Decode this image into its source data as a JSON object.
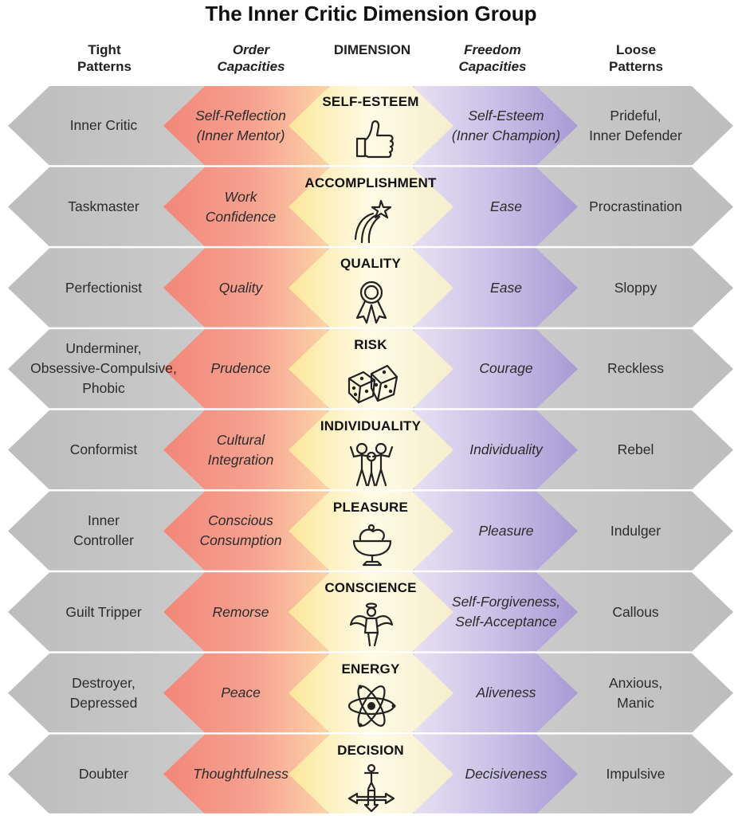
{
  "title": "The Inner Critic Dimension Group",
  "headers": {
    "tight": "Tight Patterns",
    "order": "Order Capacities",
    "dimension": "DIMENSION",
    "freedom": "Freedom Capacities",
    "loose": "Loose Patterns"
  },
  "colors": {
    "gray": "#c9c9c9",
    "order": "#f2958a",
    "dimension": "#fbefa6",
    "freedom": "#b7addc"
  },
  "rows": [
    {
      "dimension": "SELF-ESTEEM",
      "icon": "thumbs-up-icon",
      "tight": "Inner Critic",
      "order": "Self-Reflection (Inner Mentor)",
      "freedom": "Self-Esteem (Inner Champion)",
      "loose": "Prideful, Inner Defender"
    },
    {
      "dimension": "ACCOMPLISHMENT",
      "icon": "shooting-star-icon",
      "tight": "Taskmaster",
      "order": "Work Confidence",
      "freedom": "Ease",
      "loose": "Procrastination"
    },
    {
      "dimension": "QUALITY",
      "icon": "award-ribbon-icon",
      "tight": "Perfectionist",
      "order": "Quality",
      "freedom": "Ease",
      "loose": "Sloppy"
    },
    {
      "dimension": "RISK",
      "icon": "dice-icon",
      "tight": "Underminer, Obsessive-Compulsive, Phobic",
      "order": "Prudence",
      "freedom": "Courage",
      "loose": "Reckless"
    },
    {
      "dimension": "INDIVIDUALITY",
      "icon": "people-icon",
      "tight": "Conformist",
      "order": "Cultural Integration",
      "freedom": "Individuality",
      "loose": "Rebel"
    },
    {
      "dimension": "PLEASURE",
      "icon": "sundae-icon",
      "tight": "Inner Controller",
      "order": "Conscious Consumption",
      "freedom": "Pleasure",
      "loose": "Indulger"
    },
    {
      "dimension": "CONSCIENCE",
      "icon": "angel-icon",
      "tight": "Guilt Tripper",
      "order": "Remorse",
      "freedom": "Self-Forgiveness, Self-Acceptance",
      "loose": "Callous"
    },
    {
      "dimension": "ENERGY",
      "icon": "atom-icon",
      "tight": "Destroyer, Depressed",
      "order": "Peace",
      "freedom": "Aliveness",
      "loose": "Anxious, Manic"
    },
    {
      "dimension": "DECISION",
      "icon": "crossroads-icon",
      "tight": "Doubter",
      "order": "Thoughtfulness",
      "freedom": "Decisiveness",
      "loose": "Impulsive"
    }
  ],
  "line_breaks": {
    "tight": [
      "Tight",
      "Patterns"
    ],
    "order": [
      "Order",
      "Capacities"
    ],
    "freedom": [
      "Freedom",
      "Capacities"
    ],
    "loose": [
      "Loose",
      "Patterns"
    ]
  },
  "cell_lines": [
    {
      "tight": [
        "Inner Critic"
      ],
      "order": [
        "Self-Reflection",
        "(Inner Mentor)"
      ],
      "freedom": [
        "Self-Esteem",
        "(Inner Champion)"
      ],
      "loose": [
        "Prideful,",
        "Inner Defender"
      ]
    },
    {
      "tight": [
        "Taskmaster"
      ],
      "order": [
        "Work",
        "Confidence"
      ],
      "freedom": [
        "Ease"
      ],
      "loose": [
        "Procrastination"
      ]
    },
    {
      "tight": [
        "Perfectionist"
      ],
      "order": [
        "Quality"
      ],
      "freedom": [
        "Ease"
      ],
      "loose": [
        "Sloppy"
      ]
    },
    {
      "tight": [
        "Underminer,",
        "Obsessive-Compulsive,",
        "Phobic"
      ],
      "order": [
        "Prudence"
      ],
      "freedom": [
        "Courage"
      ],
      "loose": [
        "Reckless"
      ]
    },
    {
      "tight": [
        "Conformist"
      ],
      "order": [
        "Cultural",
        "Integration"
      ],
      "freedom": [
        "Individuality"
      ],
      "loose": [
        "Rebel"
      ]
    },
    {
      "tight": [
        "Inner",
        "Controller"
      ],
      "order": [
        "Conscious",
        "Consumption"
      ],
      "freedom": [
        "Pleasure"
      ],
      "loose": [
        "Indulger"
      ]
    },
    {
      "tight": [
        "Guilt Tripper"
      ],
      "order": [
        "Remorse"
      ],
      "freedom": [
        "Self-Forgiveness,",
        "Self-Acceptance"
      ],
      "loose": [
        "Callous"
      ]
    },
    {
      "tight": [
        "Destroyer,",
        "Depressed"
      ],
      "order": [
        "Peace"
      ],
      "freedom": [
        "Aliveness"
      ],
      "loose": [
        "Anxious,",
        "Manic"
      ]
    },
    {
      "tight": [
        "Doubter"
      ],
      "order": [
        "Thoughtfulness"
      ],
      "freedom": [
        "Decisiveness"
      ],
      "loose": [
        "Impulsive"
      ]
    }
  ]
}
